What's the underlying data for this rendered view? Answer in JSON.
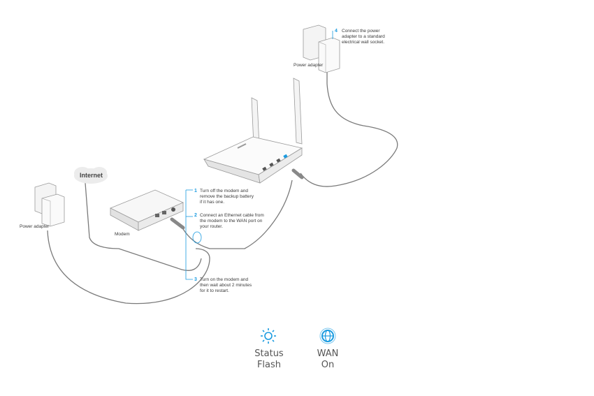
{
  "accent_color": "#1a9be0",
  "cloud": {
    "label": "Internet"
  },
  "labels": {
    "power_adapter_left": "Power adapter",
    "power_adapter_top": "Power adapter",
    "modem": "Modem"
  },
  "steps": [
    {
      "number": "1",
      "lines": [
        "Turn off the modem and",
        "remove the backup battery",
        "if it has one."
      ]
    },
    {
      "number": "2",
      "lines": [
        "Connect an Ethernet cable from",
        "the modem to the WAN port on",
        "your router."
      ]
    },
    {
      "number": "3",
      "lines": [
        "Turn on the modem and",
        "then wait about 2 minutes",
        "for it to restart."
      ]
    },
    {
      "number": "4",
      "lines": [
        "Connect the  power",
        "adapter to a standard",
        "electrical wall socket."
      ]
    }
  ],
  "leds": [
    {
      "icon": "sun-icon",
      "line1": "Status",
      "line2": "Flash"
    },
    {
      "icon": "globe-icon",
      "line1": "WAN",
      "line2": "On"
    }
  ]
}
